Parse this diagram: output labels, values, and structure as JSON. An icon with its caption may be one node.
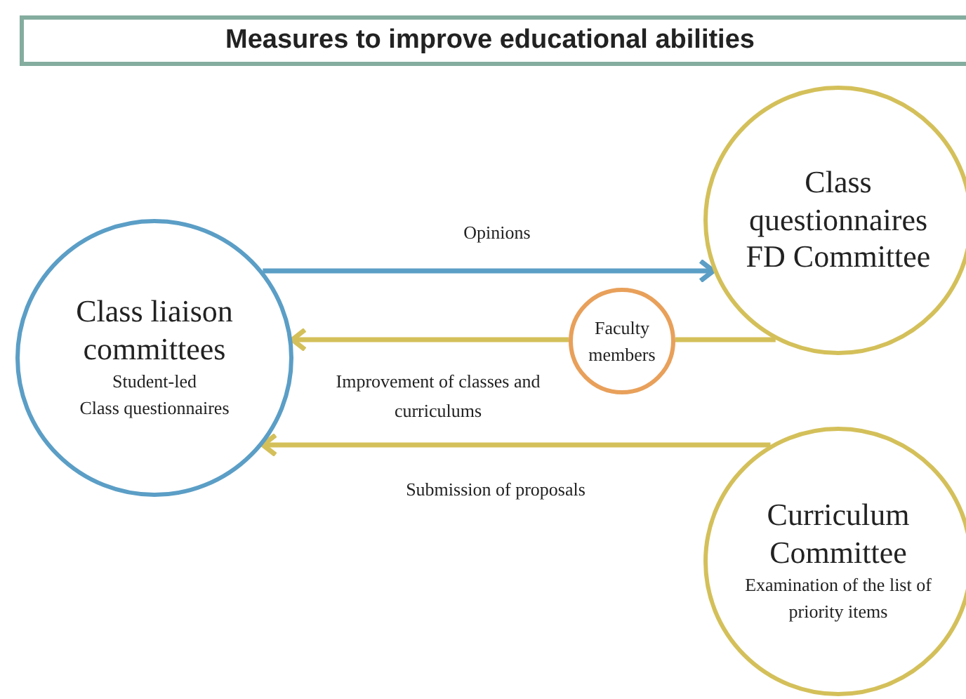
{
  "diagram": {
    "title": "Measures to improve educational abilities",
    "nodes": [
      {
        "text": [
          "Class liaison committees",
          "Student-led",
          "Class questionnaires"
        ]
      },
      {
        "text": [
          "Class questionnaires",
          "FD Committee"
        ]
      },
      {
        "text": [
          "Faculty members"
        ]
      },
      {
        "text": [
          "Curriculum Committee",
          "Examination of the list of priority items"
        ]
      }
    ],
    "edges": [
      {
        "from": 0,
        "to": 1,
        "arrow": "to",
        "label": "Opinions",
        "color": "#5b9ec6"
      },
      {
        "from": 1,
        "to": 2,
        "arrow": "none"
      },
      {
        "from": 2,
        "to": 0,
        "arrow": "to",
        "label": "Improvement of classes and curriculums"
      },
      {
        "from": 3,
        "to": 0,
        "arrow": "to",
        "label": "Submission of proposals"
      }
    ]
  }
}
